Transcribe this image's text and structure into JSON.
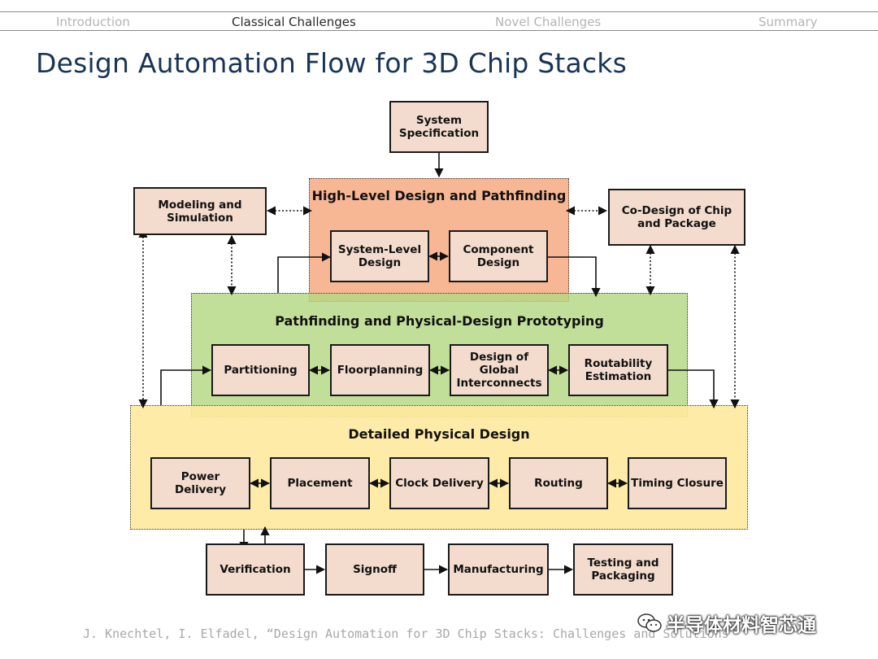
{
  "nav": {
    "items": [
      {
        "label": "Introduction",
        "active": false
      },
      {
        "label": "Classical Challenges",
        "active": true
      },
      {
        "label": "Novel Challenges",
        "active": false
      },
      {
        "label": "Summary",
        "active": false
      }
    ]
  },
  "slide": {
    "title": "Design Automation Flow for 3D Chip Stacks"
  },
  "diagram": {
    "system_spec": "System Specification",
    "modeling": "Modeling and Simulation",
    "codesign": "Co-Design of Chip and Package",
    "high_level": {
      "title": "High-Level Design and Pathfinding",
      "system_level": "System-Level Design",
      "component": "Component Design"
    },
    "pathfinding": {
      "title": "Pathfinding and Physical-Design Prototyping",
      "partitioning": "Partitioning",
      "floorplanning": "Floorplanning",
      "global_interconnects": "Design of Global Interconnects",
      "routability": "Routability Estimation"
    },
    "detailed": {
      "title": "Detailed Physical Design",
      "power": "Power Delivery",
      "placement": "Placement",
      "clock": "Clock Delivery",
      "routing": "Routing",
      "timing": "Timing Closure"
    },
    "bottom": {
      "verification": "Verification",
      "signoff": "Signoff",
      "manufacturing": "Manufacturing",
      "testing": "Testing and Packaging"
    },
    "colors": {
      "box_fill": "#f3dccd",
      "high_level_region": "#f7b795",
      "pathfinding_region": "#c3e099",
      "detailed_region": "#fde9a0",
      "title": "#183556"
    }
  },
  "footer": {
    "citation": "J. Knechtel, I. Elfadel, “Design Automation for 3D Chip Stacks: Challenges and Solutions”"
  },
  "watermark": {
    "text": "半导体材料智芯通",
    "icon": "wechat-icon"
  }
}
